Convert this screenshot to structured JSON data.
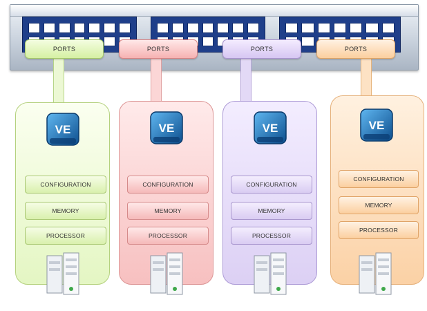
{
  "diagram": {
    "columns": [
      {
        "ports_label": "PORTS",
        "icon_label": "VE",
        "color": "#d5f0a3",
        "bars": [
          "CONFIGURATION",
          "MEMORY",
          "PROCESSOR"
        ]
      },
      {
        "ports_label": "PORTS",
        "icon_label": "VE",
        "color": "#f6b2b2",
        "bars": [
          "CONFIGURATION",
          "MEMORY",
          "PROCESSOR"
        ]
      },
      {
        "ports_label": "PORTS",
        "icon_label": "VE",
        "color": "#d6c6f2",
        "bars": [
          "CONFIGURATION",
          "MEMORY",
          "PROCESSOR"
        ]
      },
      {
        "ports_label": "PORTS",
        "icon_label": "VE",
        "color": "#fbcf9e",
        "bars": [
          "CONFIGURATION",
          "MEMORY",
          "PROCESSOR"
        ]
      }
    ],
    "switch_color": "#c9d2dd",
    "port_panel_color": "#1f3f8a",
    "ve_icon_color": "#1e6fb3"
  }
}
